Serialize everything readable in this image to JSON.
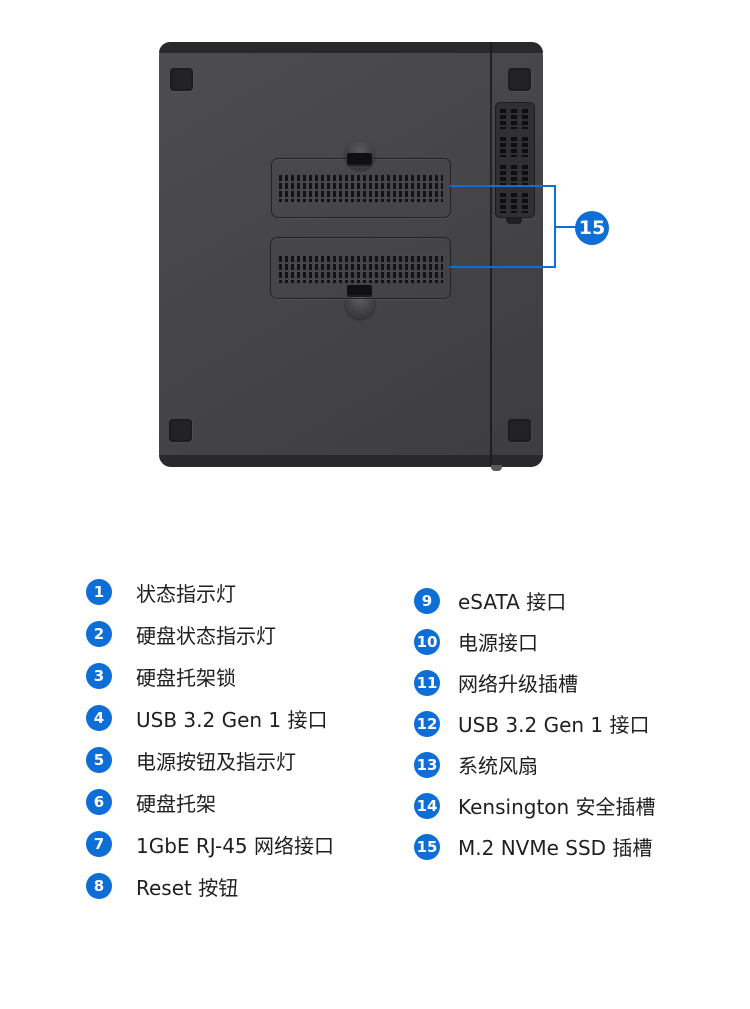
{
  "accent_color": "#0e6ed7",
  "diagram": {
    "description_names": {
      "device": "nas-bottom-view",
      "panels": [
        "m2-ssd-slot-cover-1",
        "m2-ssd-slot-cover-2"
      ]
    },
    "callout_number": "15"
  },
  "legend": {
    "left": [
      {
        "num": "1",
        "label": "状态指示灯"
      },
      {
        "num": "2",
        "label": "硬盘状态指示灯"
      },
      {
        "num": "3",
        "label": "硬盘托架锁"
      },
      {
        "num": "4",
        "label": "USB 3.2 Gen 1 接口"
      },
      {
        "num": "5",
        "label": "电源按钮及指示灯"
      },
      {
        "num": "6",
        "label": "硬盘托架"
      },
      {
        "num": "7",
        "label": "1GbE RJ-45 网络接口"
      },
      {
        "num": "8",
        "label": "Reset 按钮"
      }
    ],
    "right": [
      {
        "num": "9",
        "label": "eSATA 接口"
      },
      {
        "num": "10",
        "label": "电源接口"
      },
      {
        "num": "11",
        "label": "网络升级插槽"
      },
      {
        "num": "12",
        "label": "USB 3.2 Gen 1 接口"
      },
      {
        "num": "13",
        "label": "系统风扇"
      },
      {
        "num": "14",
        "label": "Kensington 安全插槽"
      },
      {
        "num": "15",
        "label": "M.2 NVMe SSD 插槽"
      }
    ]
  }
}
